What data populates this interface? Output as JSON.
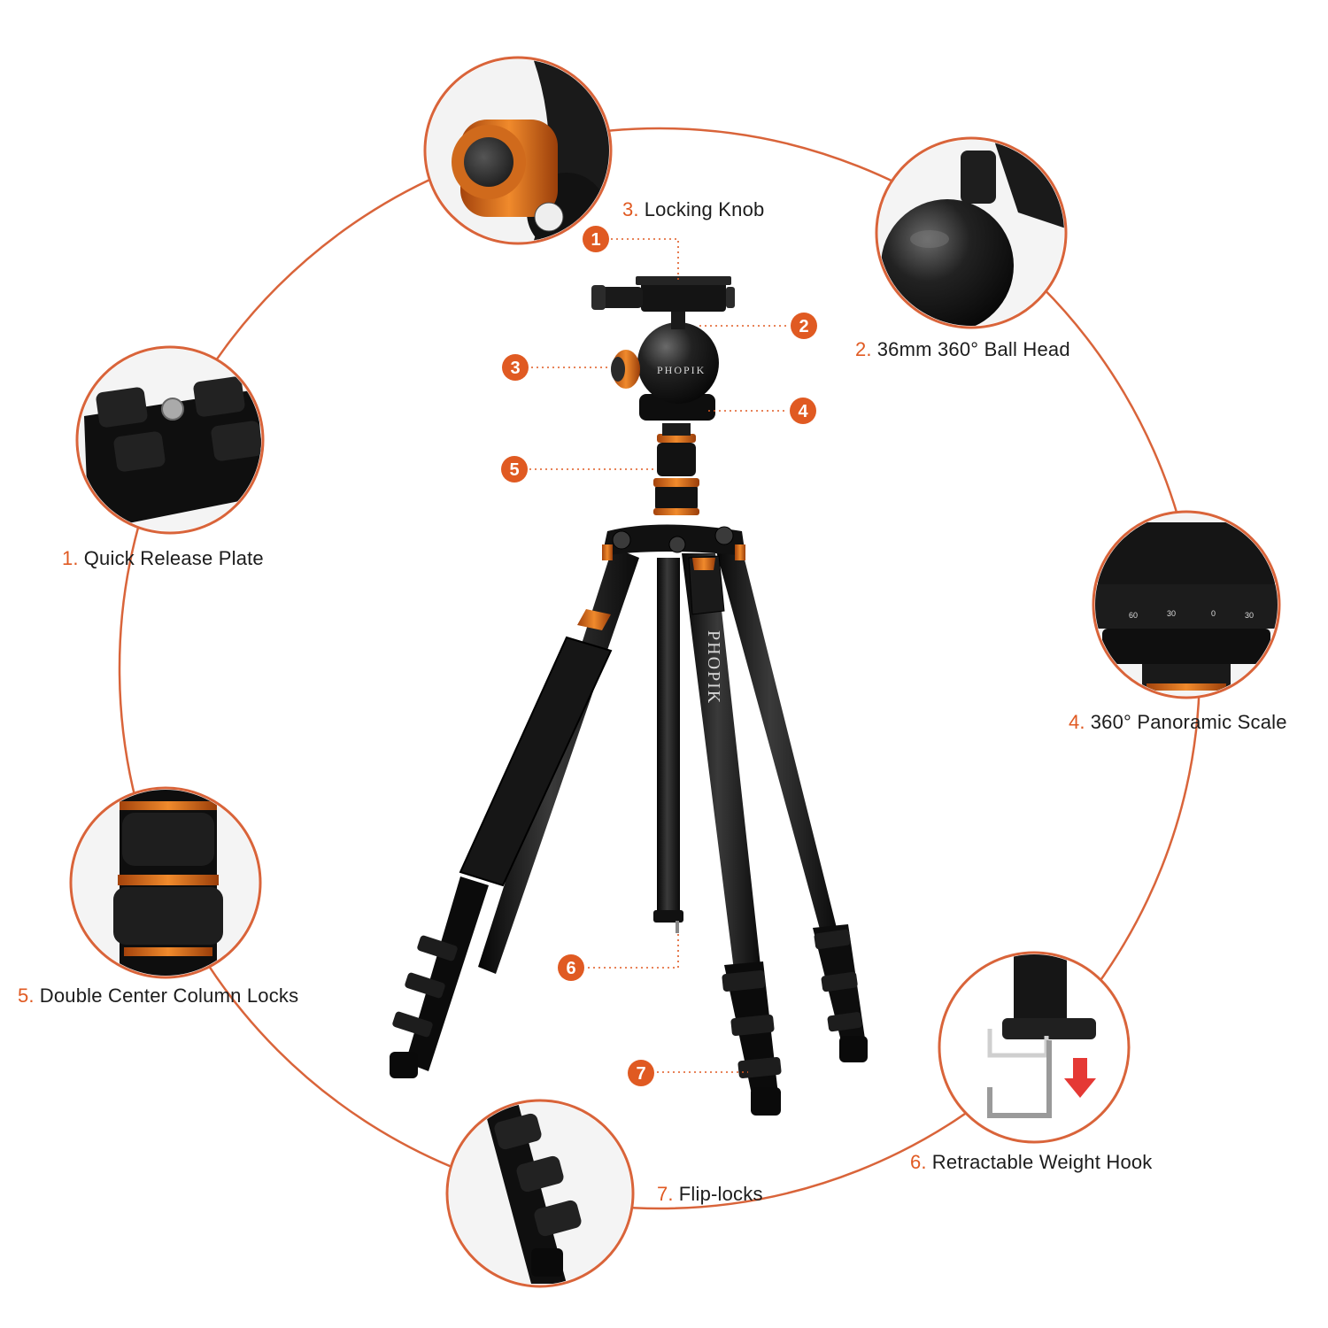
{
  "colors": {
    "accent": "#e05a22",
    "ring": "#d9643a",
    "product_black": "#161616",
    "orange_metal": "#e4761f"
  },
  "brand": "PHOPIK",
  "features": [
    {
      "num": "1.",
      "label": "Quick Release Plate",
      "badge": "1",
      "icon": "quick-release-plate-icon"
    },
    {
      "num": "2.",
      "label": "36mm 360° Ball Head",
      "badge": "2",
      "icon": "ball-head-icon"
    },
    {
      "num": "3.",
      "label": "Locking Knob",
      "badge": "3",
      "icon": "locking-knob-icon"
    },
    {
      "num": "4.",
      "label": "360° Panoramic Scale",
      "badge": "4",
      "icon": "panoramic-scale-icon"
    },
    {
      "num": "5.",
      "label": "Double Center Column Locks",
      "badge": "5",
      "icon": "column-locks-icon"
    },
    {
      "num": "6.",
      "label": "Retractable Weight Hook",
      "badge": "6",
      "icon": "weight-hook-icon"
    },
    {
      "num": "7.",
      "label": "Flip-locks",
      "badge": "7",
      "icon": "flip-locks-icon"
    }
  ],
  "scale_ticks": [
    "60",
    "30",
    "0",
    "30"
  ]
}
